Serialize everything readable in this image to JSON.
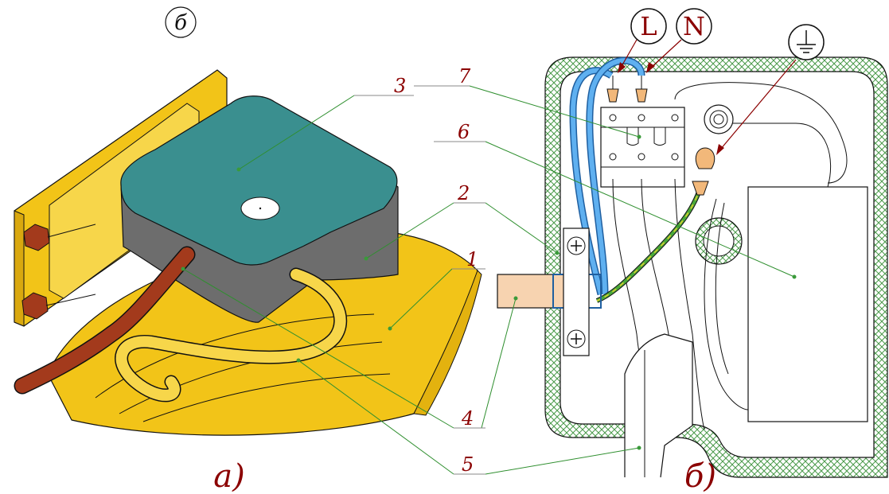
{
  "top_label": "б",
  "captions": {
    "left": "а)",
    "right": "б)"
  },
  "part_numbers": {
    "p1": "1",
    "p2": "2",
    "p3": "3",
    "p4": "4",
    "p5": "5",
    "p6": "6",
    "p7": "7"
  },
  "terminals": {
    "live": "L",
    "neutral": "N",
    "earth_symbol": "ground-icon"
  },
  "colors": {
    "housing_yellow": "#f2c418",
    "cap_teal": "#3a8f8f",
    "body_gray": "#6d6d6d",
    "cable_brown": "#a33a1c",
    "sheath_peach": "#f7d3b0",
    "label_red": "#8b0000",
    "leader_green": "#2f8f2f",
    "wire_blue": "#3c8fdc",
    "earth_green": "#4aa83a",
    "earth_yellow": "#e4cf2a"
  }
}
